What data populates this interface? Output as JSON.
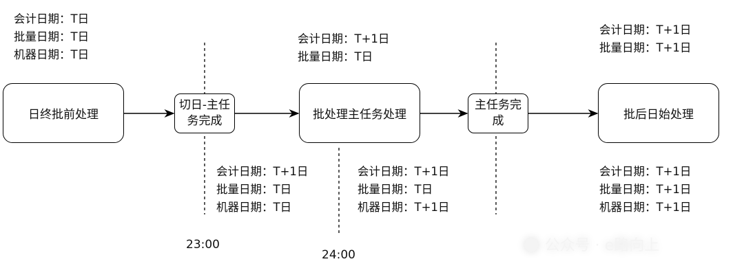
{
  "nodes": [
    {
      "label": "日终批前处理"
    },
    {
      "label": "切日-主任务完成"
    },
    {
      "label": "批处理主任务处理"
    },
    {
      "label": "主任务完成"
    },
    {
      "label": "批后日始处理"
    }
  ],
  "date_blocks": {
    "top_left": [
      "会计日期：T日",
      "批量日期：T日",
      "机器日期：T日"
    ],
    "top_middle": [
      "会计日期：T+1日",
      "批量日期：T日"
    ],
    "top_right": [
      "会计日期：T+1日",
      "批量日期：T+1日"
    ],
    "bottom_left": [
      "会计日期：T+1日",
      "批量日期：T日",
      "机器日期：T日"
    ],
    "bottom_middle": [
      "会计日期：T+1日",
      "批量日期：T日",
      "机器日期：T+1日"
    ],
    "bottom_right": [
      "会计日期：T+1日",
      "批量日期：T+1日",
      "机器日期：T+1日"
    ]
  },
  "times": [
    "23:00",
    "24:00"
  ],
  "watermark": "公众号 · e路向上"
}
